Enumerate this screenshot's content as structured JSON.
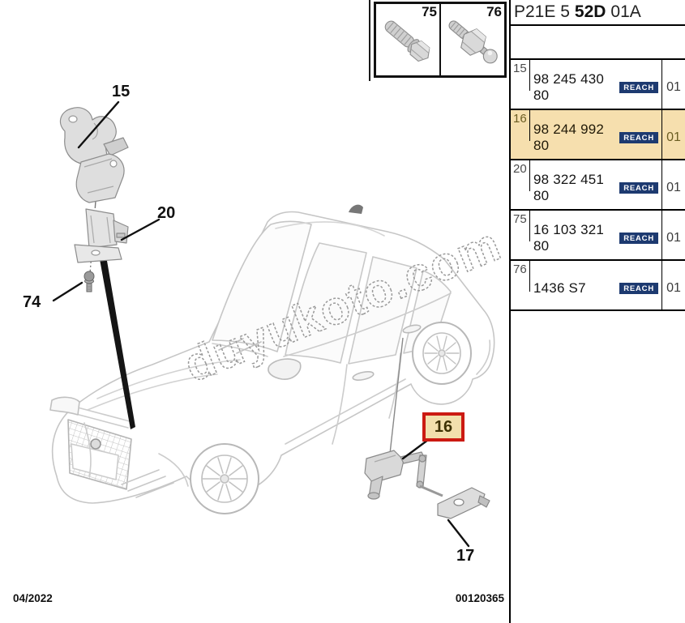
{
  "header": {
    "part_code": {
      "prefix": "P21E 5",
      "bold": "52D",
      "suffix": "01A"
    }
  },
  "hardware_box": {
    "items": [
      {
        "ref": "75",
        "icon": "hex-flange-bolt-icon"
      },
      {
        "ref": "76",
        "icon": "ball-stud-screw-icon"
      }
    ]
  },
  "parts_table": {
    "rows": [
      {
        "ref": "15",
        "part_number": "98 245 430 80",
        "badge": "REACH",
        "qty": "01",
        "highlighted": false
      },
      {
        "ref": "16",
        "part_number": "98 244 992 80",
        "badge": "REACH",
        "qty": "01",
        "highlighted": true
      },
      {
        "ref": "20",
        "part_number": "98 322 451 80",
        "badge": "REACH",
        "qty": "01",
        "highlighted": false
      },
      {
        "ref": "75",
        "part_number": "16 103 321 80",
        "badge": "REACH",
        "qty": "01",
        "highlighted": false
      },
      {
        "ref": "76",
        "part_number": "1436 S7",
        "badge": "REACH",
        "qty": "01",
        "highlighted": false
      }
    ]
  },
  "diagram": {
    "watermark": "duyukoto.com",
    "callouts": [
      {
        "label": "15",
        "highlighted": false
      },
      {
        "label": "20",
        "highlighted": false
      },
      {
        "label": "74",
        "highlighted": false
      },
      {
        "label": "16",
        "highlighted": true
      },
      {
        "label": "17",
        "highlighted": false
      }
    ]
  },
  "footer": {
    "date": "04/2022",
    "document_number": "00120365"
  },
  "colors": {
    "highlight_row_bg": "#f6dfae",
    "callout_box_border": "#cb1a12",
    "callout_box_bg": "#f2dfad",
    "reach_badge_bg": "#1d3a70",
    "reach_badge_text": "#ffffff",
    "table_border": "#000000",
    "sketch_line": "#c6c6c6"
  }
}
